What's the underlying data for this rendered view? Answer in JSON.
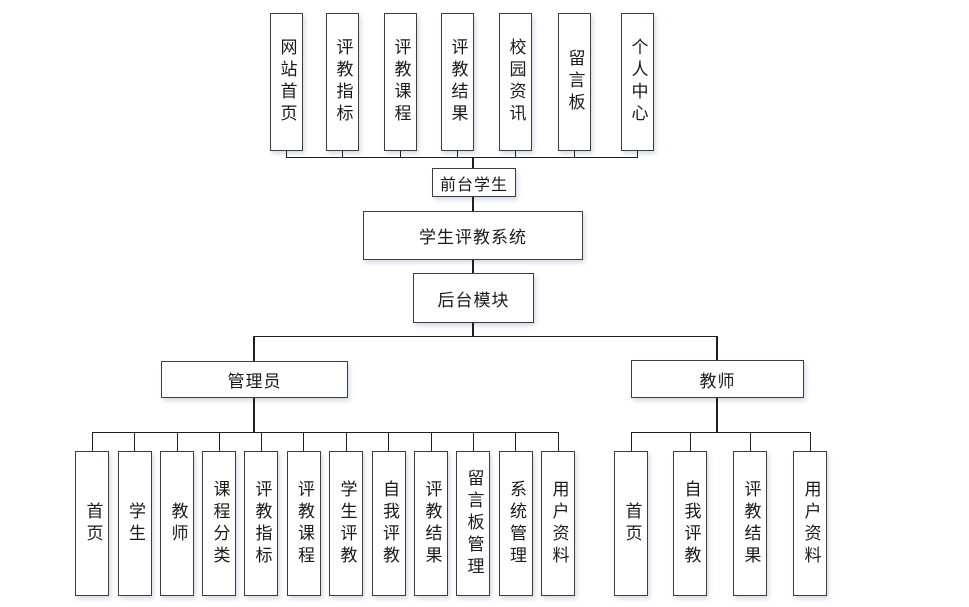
{
  "diagram_type": "system-structure-hierarchy",
  "system": {
    "label": "学生评教系统"
  },
  "frontend": {
    "label": "前台学生",
    "modules": [
      "网站首页",
      "评教指标",
      "评教课程",
      "评教结果",
      "校园资讯",
      "留言板",
      "个人中心"
    ]
  },
  "backend": {
    "label": "后台模块",
    "admin": {
      "label": "管理员",
      "modules": [
        "首页",
        "学生",
        "教师",
        "课程分类",
        "评教指标",
        "评教课程",
        "学生评教",
        "自我评教",
        "评教结果",
        "留言板管理",
        "系统管理",
        "用户资料"
      ]
    },
    "teacher": {
      "label": "教师",
      "modules": [
        "首页",
        "自我评教",
        "评教结果",
        "用户资料"
      ]
    }
  },
  "colors": {
    "background": "#ffffff",
    "box_fill": "#ffffff",
    "box_border": "#3d3d3d",
    "line": "#1f1f1f",
    "text": "#1a1a1a"
  }
}
